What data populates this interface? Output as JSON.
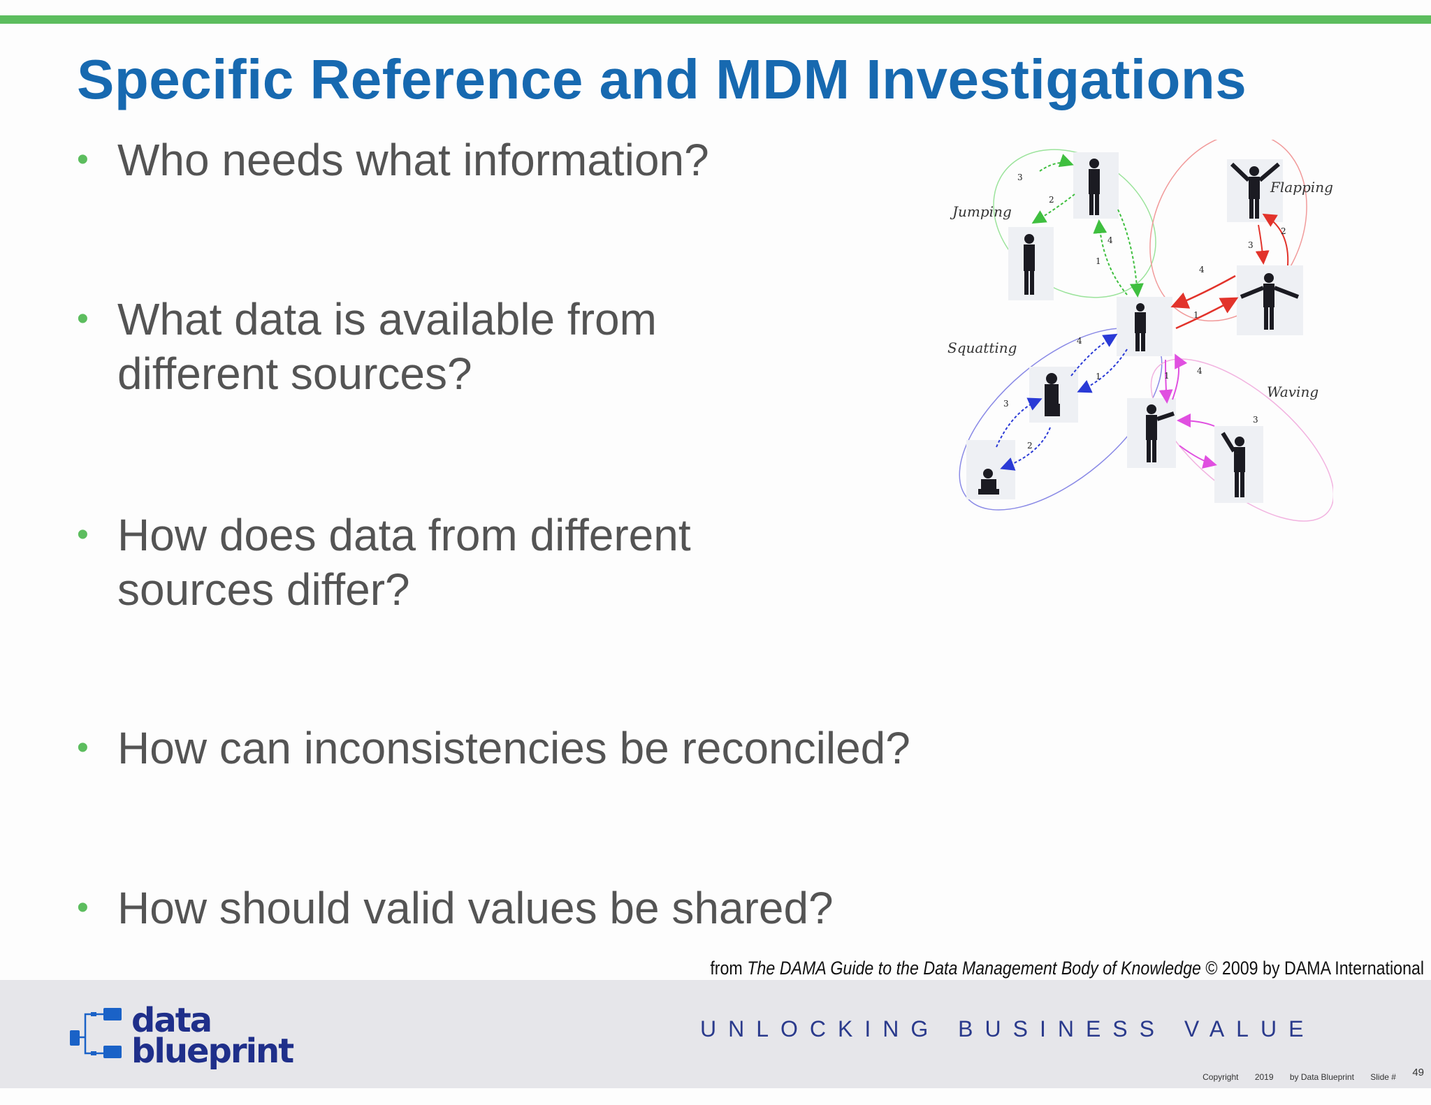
{
  "slide": {
    "title": "Specific Reference and MDM Investigations",
    "bullets": [
      {
        "line1": "Who needs what information?",
        "line2": ""
      },
      {
        "line1": "What data is available from",
        "line2": "different sources?"
      },
      {
        "line1": "How does data from different",
        "line2": "sources differ?"
      },
      {
        "line1": "How can inconsistencies be reconciled?",
        "line2": ""
      },
      {
        "line1": "How should valid values be shared?",
        "line2": ""
      }
    ],
    "bullet_glyph": "•"
  },
  "figure": {
    "labels": {
      "jumping": "Jumping",
      "flapping": "Flapping",
      "squatting": "Squatting",
      "waving": "Waving"
    }
  },
  "attribution": {
    "prefix": "from ",
    "book": "The DAMA Guide to the Data Management Body of Knowledge",
    "suffix": " © 2009 by DAMA International"
  },
  "footer": {
    "logo_line1": "data",
    "logo_line2": "blueprint",
    "tagline": "UNLOCKING BUSINESS VALUE",
    "copyright": {
      "label": "Copyright",
      "year": "2019",
      "by": "by Data Blueprint",
      "slide_label": "Slide #",
      "slide_number": "49"
    }
  },
  "colors": {
    "accent_green": "#5cbd5e",
    "title_blue": "#1769b0",
    "logo_navy": "#1f2f8a",
    "logo_blue": "#1a62c7"
  }
}
